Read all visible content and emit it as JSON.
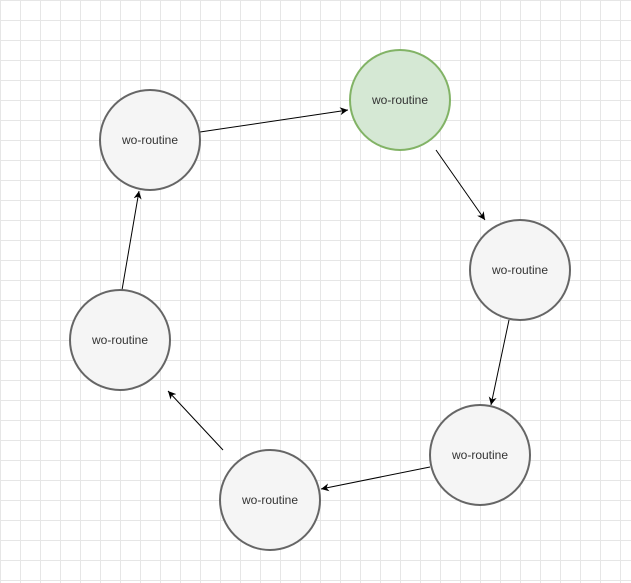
{
  "diagram": {
    "nodes": [
      {
        "id": "n1",
        "label": "wo-routine",
        "highlighted": false
      },
      {
        "id": "n2",
        "label": "wo-routine",
        "highlighted": true
      },
      {
        "id": "n3",
        "label": "wo-routine",
        "highlighted": false
      },
      {
        "id": "n4",
        "label": "wo-routine",
        "highlighted": false
      },
      {
        "id": "n5",
        "label": "wo-routine",
        "highlighted": false
      },
      {
        "id": "n6",
        "label": "wo-routine",
        "highlighted": false
      }
    ],
    "edges": [
      {
        "from": "n1",
        "to": "n2"
      },
      {
        "from": "n2",
        "to": "n3"
      },
      {
        "from": "n3",
        "to": "n4"
      },
      {
        "from": "n4",
        "to": "n5"
      },
      {
        "from": "n5",
        "to": "n6"
      },
      {
        "from": "n6",
        "to": "n1"
      }
    ],
    "colors": {
      "node_fill": "#f5f5f5",
      "node_stroke": "#666666",
      "highlight_fill": "#d5e8d4",
      "highlight_stroke": "#82b366",
      "edge": "#000000",
      "text": "#333333"
    }
  }
}
